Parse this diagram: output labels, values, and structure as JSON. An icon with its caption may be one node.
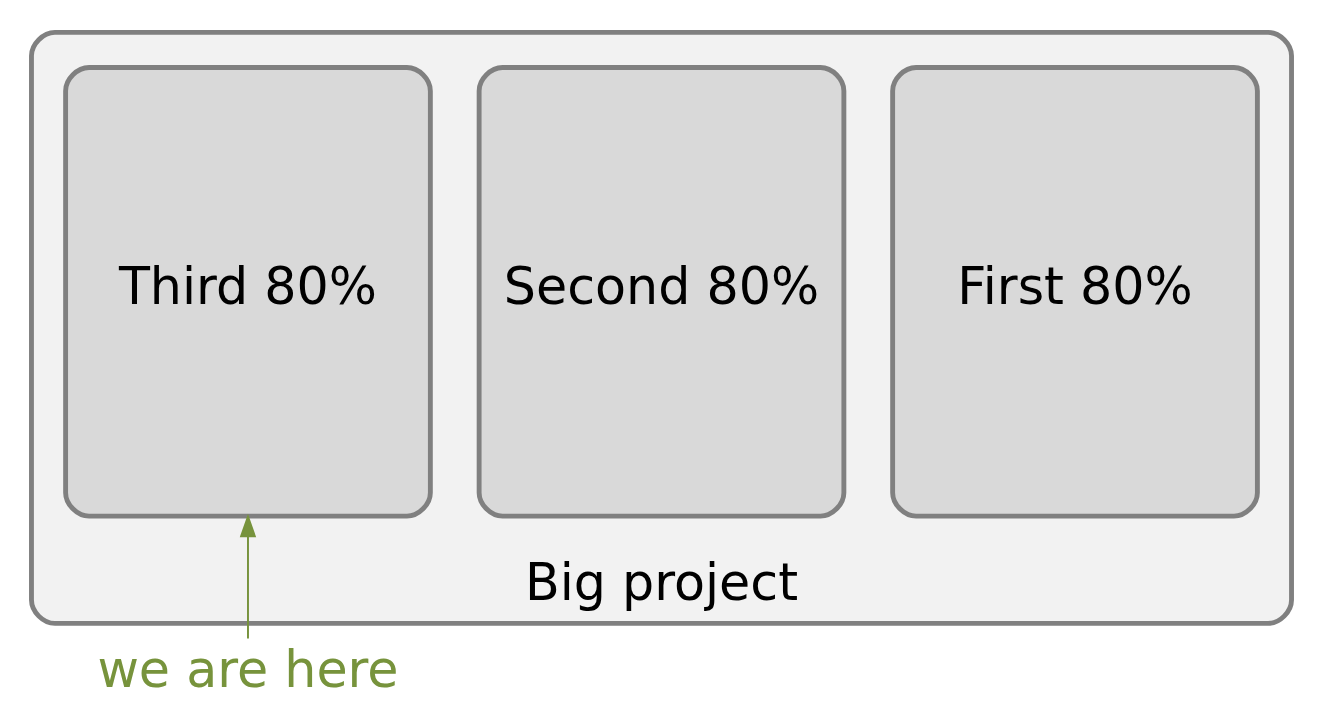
{
  "diagram": {
    "nodes": [
      {
        "text": [
          "Big project"
        ]
      },
      {
        "text": [
          "First 80%"
        ],
        "in": 0
      },
      {
        "text": [
          "Second 80%"
        ],
        "in": 0
      },
      {
        "text": [
          "Third 80%"
        ],
        "in": 0
      },
      {
        "text": [
          "we are here"
        ]
      }
    ],
    "edges": [
      {
        "from": 4,
        "to": 3,
        "arrow": "to",
        "color": "#77933c"
      }
    ]
  }
}
